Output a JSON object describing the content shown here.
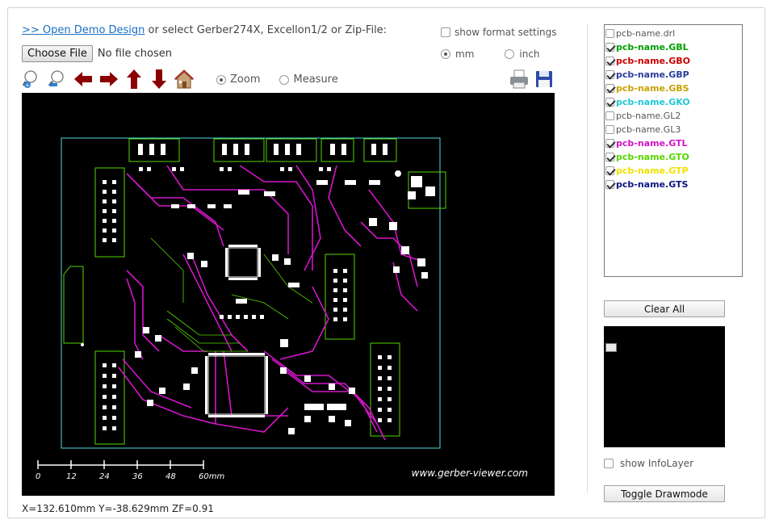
{
  "intro": {
    "demo_link": ">> Open Demo Design",
    "rest": " or select Gerber274X, Excellon1/2 or Zip-File:"
  },
  "file": {
    "button": "Choose File",
    "status": "No file chosen"
  },
  "format": {
    "show_settings_label": "show format settings",
    "show_settings_checked": false,
    "unit_mm": "mm",
    "unit_inch": "inch",
    "selected_unit": "mm"
  },
  "toolbar": {
    "icons": [
      "zoom-in-icon",
      "zoom-out-icon",
      "arrow-left-icon",
      "arrow-right-icon",
      "arrow-up-icon",
      "arrow-down-icon",
      "home-icon",
      "print-icon",
      "save-icon"
    ],
    "mode_zoom": "Zoom",
    "mode_measure": "Measure",
    "selected_mode": "Zoom"
  },
  "canvas": {
    "watermark": "www.gerber-viewer.com",
    "scale_labels": [
      "0",
      "12",
      "24",
      "36",
      "48",
      "60mm"
    ]
  },
  "status": {
    "coords": "X=132.610mm  Y=-38.629mm  ZF=0.91"
  },
  "layers": [
    {
      "name": "pcb-name.drl",
      "checked": false,
      "color": "#555555",
      "bold": false
    },
    {
      "name": "pcb-name.GBL",
      "checked": true,
      "color": "#00a000",
      "bold": true
    },
    {
      "name": "pcb-name.GBO",
      "checked": true,
      "color": "#cc0000",
      "bold": true
    },
    {
      "name": "pcb-name.GBP",
      "checked": true,
      "color": "#2b3d9c",
      "bold": true
    },
    {
      "name": "pcb-name.GBS",
      "checked": true,
      "color": "#c8a200",
      "bold": true
    },
    {
      "name": "pcb-name.GKO",
      "checked": true,
      "color": "#1fc7d4",
      "bold": true
    },
    {
      "name": "pcb-name.GL2",
      "checked": false,
      "color": "#555555",
      "bold": false
    },
    {
      "name": "pcb-name.GL3",
      "checked": false,
      "color": "#555555",
      "bold": false
    },
    {
      "name": "pcb-name.GTL",
      "checked": true,
      "color": "#d215c8",
      "bold": true
    },
    {
      "name": "pcb-name.GTO",
      "checked": true,
      "color": "#55d600",
      "bold": true
    },
    {
      "name": "pcb-name.GTP",
      "checked": true,
      "color": "#f0e000",
      "bold": true
    },
    {
      "name": "pcb-name.GTS",
      "checked": true,
      "color": "#0b1580",
      "bold": true
    }
  ],
  "buttons": {
    "clear_all": "Clear All",
    "toggle_drawmode": "Toggle Drawmode"
  },
  "infolayer": {
    "label": "show InfoLayer",
    "checked": false
  },
  "colors": {
    "link": "#1a6fc4",
    "canvas_bg": "#000000",
    "outline": "#4fd8e0",
    "trace": "#d215c8",
    "silk": "#55d600",
    "pad": "#ffffff",
    "arrow": "#8b0000"
  }
}
